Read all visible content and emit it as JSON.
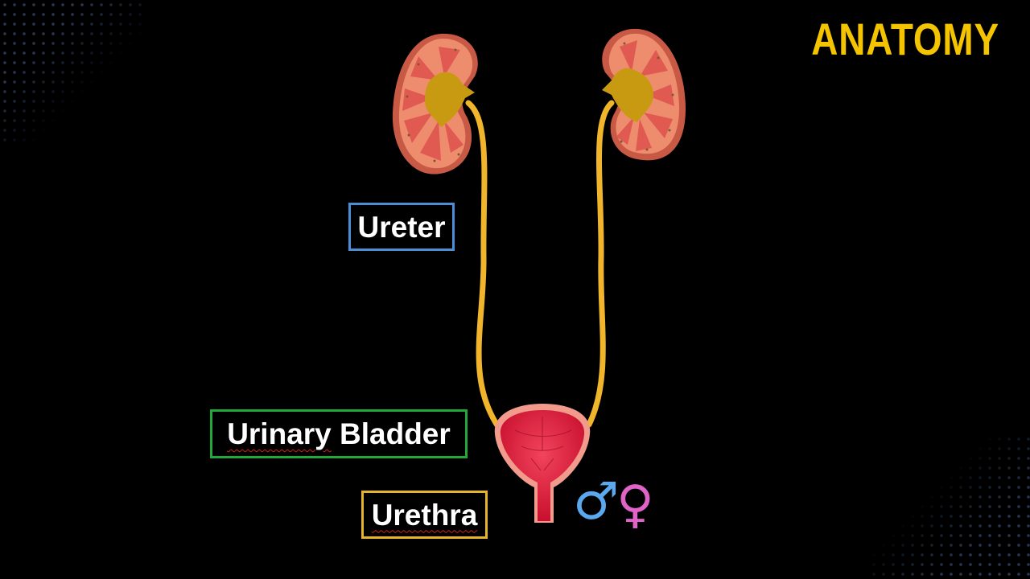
{
  "brand": {
    "title": "ANATOMY"
  },
  "labels": {
    "ureter": "Ureter",
    "urinary_word": "Urinary",
    "bladder_word": "Bladder",
    "urethra": "Urethra"
  },
  "symbols": {
    "male": "♂",
    "female": "♀"
  },
  "colors": {
    "brand": "#f5c400",
    "ureter_box": "#4a8fd6",
    "bladder_box": "#22a83a",
    "urethra_box": "#e6b42a",
    "kidney": "#ee8c6e",
    "ureter_tube": "#f0b52a",
    "bladder": "#e8203a",
    "male_symbol": "#5aa9ee",
    "female_symbol": "#e064c8"
  }
}
